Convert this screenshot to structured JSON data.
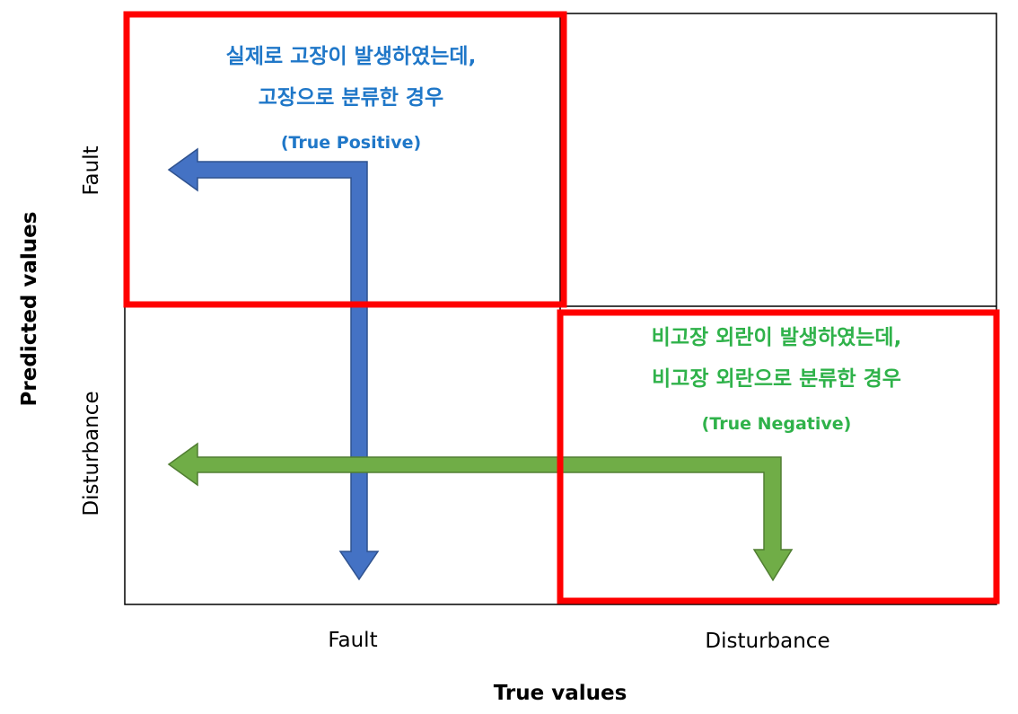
{
  "axes": {
    "x_title": "True values",
    "y_title": "Predicted values",
    "x_categories": [
      "Fault",
      "Disturbance"
    ],
    "y_categories": [
      "Fault",
      "Disturbance"
    ]
  },
  "true_positive": {
    "line1": "실제로 고장이 발생하였는데,",
    "line2": "고장으로 분류한 경우",
    "tag": "(True Positive)",
    "color": "#1f77c8"
  },
  "true_negative": {
    "line1": "비고장 외란이 발생하였는데,",
    "line2": "비고장 외란으로 분류한 경우",
    "tag": "(True Negative)",
    "color": "#2fb24a"
  },
  "colors": {
    "highlight_box": "#ff0000",
    "blue_arrow_fill": "#4472c4",
    "blue_arrow_stroke": "#2f528f",
    "green_arrow_fill": "#70ad47",
    "green_arrow_stroke": "#507e32",
    "grid": "#000000"
  }
}
